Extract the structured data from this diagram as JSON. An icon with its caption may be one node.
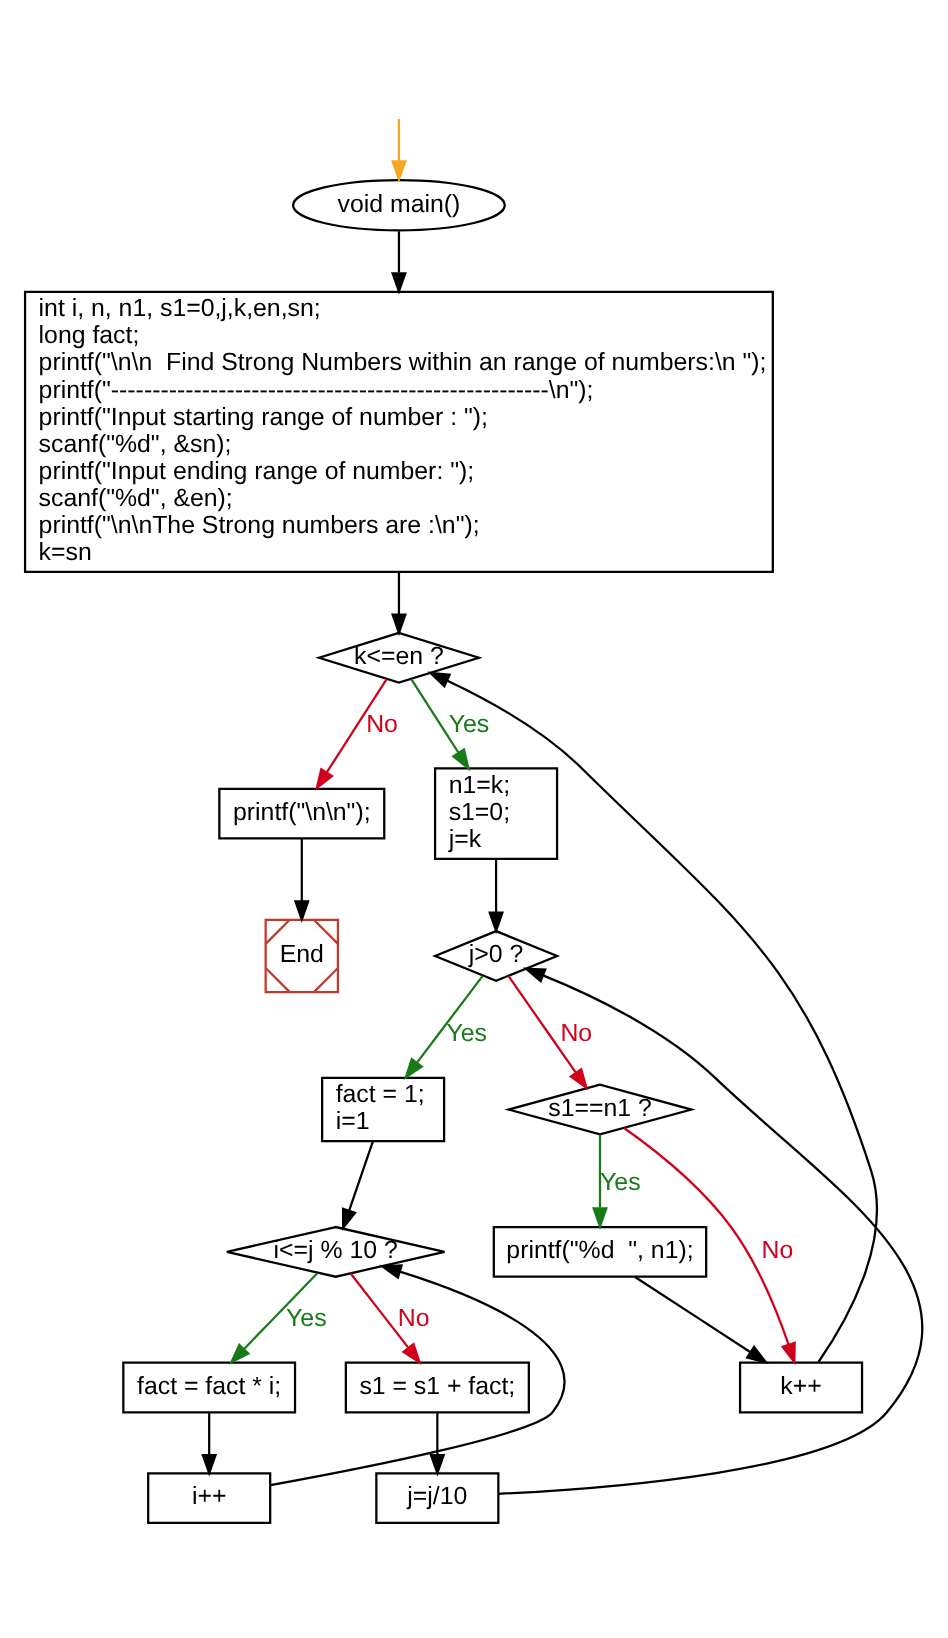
{
  "diagram": {
    "nodes": [
      {
        "text": [
          "void main()"
        ]
      },
      {
        "text": [
          "int i, n, n1, s1=0,j,k,en,sn;",
          "long fact;",
          "printf(\"\\n\\n  Find Strong Numbers within an range of numbers:\\n \");",
          "printf(\"-----------------------------------------------------\\n\");",
          "printf(\"Input starting range of number : \");",
          "scanf(\"%d\", &sn);",
          "printf(\"Input ending range of number: \");",
          "scanf(\"%d\", &en);",
          "printf(\"\\n\\nThe Strong numbers are :\\n\");",
          "k=sn"
        ]
      },
      {
        "text": [
          "k<=en ?"
        ]
      },
      {
        "text": [
          "printf(\"\\n\\n\");"
        ]
      },
      {
        "text": [
          "n1=k;",
          "s1=0;",
          "j=k"
        ]
      },
      {
        "text": [
          "End"
        ]
      },
      {
        "text": [
          "j>0 ?"
        ]
      },
      {
        "text": [
          "fact = 1;",
          "i=1"
        ]
      },
      {
        "text": [
          "s1==n1 ?"
        ]
      },
      {
        "text": [
          "i<=j % 10 ?"
        ]
      },
      {
        "text": [
          "printf(\"%d  \", n1);"
        ]
      },
      {
        "text": [
          "fact = fact * i;"
        ]
      },
      {
        "text": [
          "s1 = s1 + fact;"
        ]
      },
      {
        "text": [
          "k++"
        ]
      },
      {
        "text": [
          "i++"
        ]
      },
      {
        "text": [
          "j=j/10"
        ]
      }
    ],
    "edges": [
      {
        "from": null,
        "to": 0,
        "arrow": "to",
        "color": "#f5a623"
      },
      {
        "from": 0,
        "to": 1,
        "arrow": "to"
      },
      {
        "from": 1,
        "to": 2,
        "arrow": "to"
      },
      {
        "from": 2,
        "to": 3,
        "arrow": "to",
        "label": "No",
        "color": "#d0021b"
      },
      {
        "from": 2,
        "to": 4,
        "arrow": "to",
        "label": "Yes",
        "color": "#1a7a1a"
      },
      {
        "from": 3,
        "to": 5,
        "arrow": "to"
      },
      {
        "from": 4,
        "to": 6,
        "arrow": "to"
      },
      {
        "from": 6,
        "to": 7,
        "arrow": "to",
        "label": "Yes",
        "color": "#1a7a1a"
      },
      {
        "from": 6,
        "to": 8,
        "arrow": "to",
        "label": "No",
        "color": "#d0021b"
      },
      {
        "from": 7,
        "to": 9,
        "arrow": "to"
      },
      {
        "from": 9,
        "to": 11,
        "arrow": "to",
        "label": "Yes",
        "color": "#1a7a1a"
      },
      {
        "from": 9,
        "to": 12,
        "arrow": "to",
        "label": "No",
        "color": "#d0021b"
      },
      {
        "from": 11,
        "to": 14,
        "arrow": "to"
      },
      {
        "from": 14,
        "to": 9,
        "arrow": "to"
      },
      {
        "from": 12,
        "to": 15,
        "arrow": "to"
      },
      {
        "from": 15,
        "to": 6,
        "arrow": "to"
      },
      {
        "from": 8,
        "to": 10,
        "arrow": "to",
        "label": "Yes",
        "color": "#1a7a1a"
      },
      {
        "from": 8,
        "to": 13,
        "arrow": "to",
        "label": "No",
        "color": "#d0021b"
      },
      {
        "from": 10,
        "to": 13,
        "arrow": "to"
      },
      {
        "from": 13,
        "to": 2,
        "arrow": "to"
      }
    ]
  }
}
